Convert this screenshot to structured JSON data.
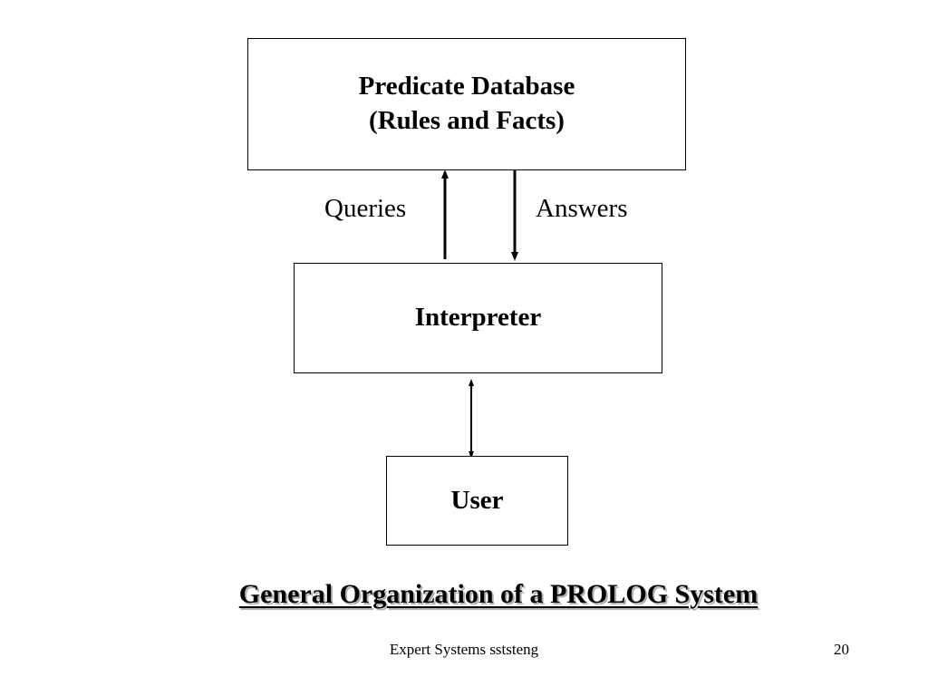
{
  "diagram": {
    "database_box": {
      "line1": "Predicate Database",
      "line2": "(Rules and Facts)"
    },
    "queries_label": "Queries",
    "answers_label": "Answers",
    "interpreter_box": "Interpreter",
    "user_box": "User"
  },
  "caption": "General Organization of a PROLOG System",
  "footer": {
    "text": "Expert Systems sststeng",
    "page_number": "20"
  }
}
